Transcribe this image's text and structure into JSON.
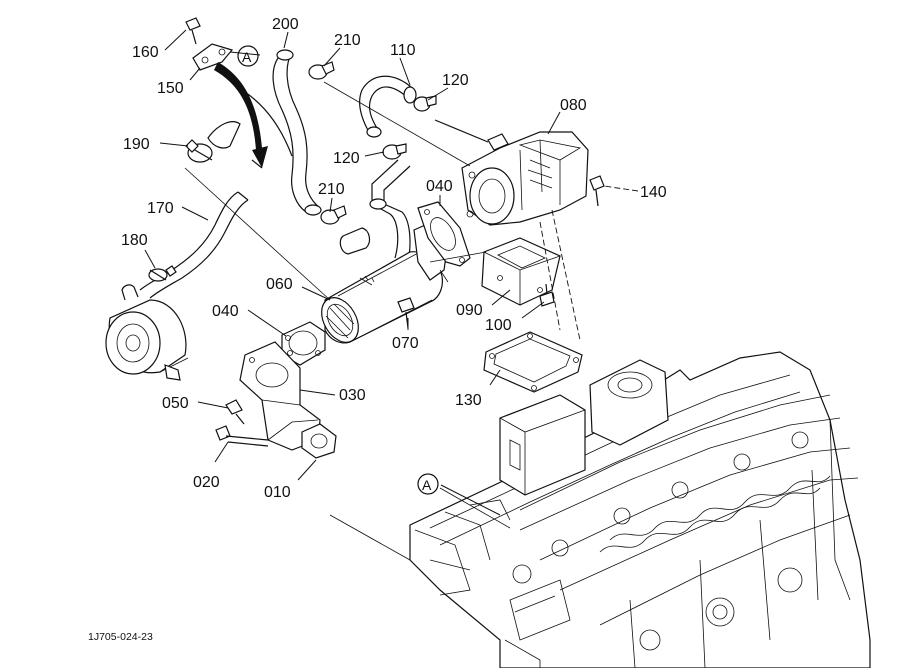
{
  "callouts": [
    {
      "id": "c160",
      "text": "160",
      "lx": 0,
      "ly": 0
    },
    {
      "id": "c150",
      "text": "150"
    },
    {
      "id": "c200",
      "text": "200"
    },
    {
      "id": "c210a",
      "text": "210"
    },
    {
      "id": "c110",
      "text": "110"
    },
    {
      "id": "c120a",
      "text": "120"
    },
    {
      "id": "c080",
      "text": "080"
    },
    {
      "id": "c190",
      "text": "190"
    },
    {
      "id": "c120b",
      "text": "120"
    },
    {
      "id": "c210b",
      "text": "210"
    },
    {
      "id": "c040a",
      "text": "040"
    },
    {
      "id": "c140",
      "text": "140"
    },
    {
      "id": "c170",
      "text": "170"
    },
    {
      "id": "c180",
      "text": "180"
    },
    {
      "id": "c060",
      "text": "060"
    },
    {
      "id": "c090",
      "text": "090"
    },
    {
      "id": "c040b",
      "text": "040"
    },
    {
      "id": "c100",
      "text": "100"
    },
    {
      "id": "c070",
      "text": "070"
    },
    {
      "id": "c130",
      "text": "130"
    },
    {
      "id": "c030",
      "text": "030"
    },
    {
      "id": "c050",
      "text": "050"
    },
    {
      "id": "c020",
      "text": "020"
    },
    {
      "id": "c010",
      "text": "010"
    }
  ],
  "markers": {
    "upper": "A",
    "lower": "A"
  },
  "figure_code": "1J705-024-23"
}
